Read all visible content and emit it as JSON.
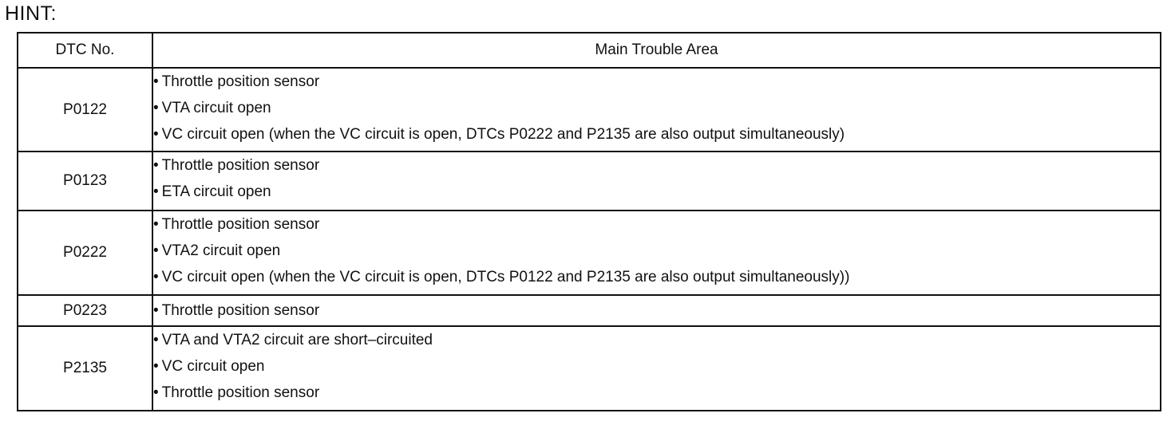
{
  "heading": "HINT:",
  "table": {
    "headers": [
      "DTC No.",
      "Main Trouble Area"
    ],
    "rows": [
      {
        "code": "P0122",
        "items": [
          "Throttle position sensor",
          "VTA circuit open",
          "VC circuit open (when the VC circuit is open, DTCs P0222 and P2135 are also output simultaneously)"
        ]
      },
      {
        "code": "P0123",
        "items": [
          "Throttle position sensor",
          "ETA circuit open"
        ]
      },
      {
        "code": "P0222",
        "items": [
          "Throttle position sensor",
          "VTA2 circuit open",
          "VC circuit open (when the VC circuit is open, DTCs P0122 and P2135 are also output simultaneously))"
        ]
      },
      {
        "code": "P0223",
        "items": [
          "Throttle position sensor"
        ]
      },
      {
        "code": "P2135",
        "items": [
          "VTA and VTA2 circuit are short–circuited",
          "VC circuit open",
          "Throttle position sensor"
        ]
      }
    ]
  }
}
